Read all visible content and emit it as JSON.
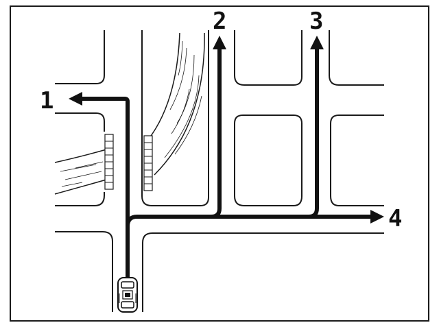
{
  "route_labels": {
    "r1": "1",
    "r2": "2",
    "r3": "3",
    "r4": "4"
  },
  "colors": {
    "background": "#ffffff",
    "line": "#1a1a1a",
    "route": "#111111"
  },
  "icons": {
    "vehicle": "car-icon",
    "arrow": "arrow-head-icon"
  }
}
